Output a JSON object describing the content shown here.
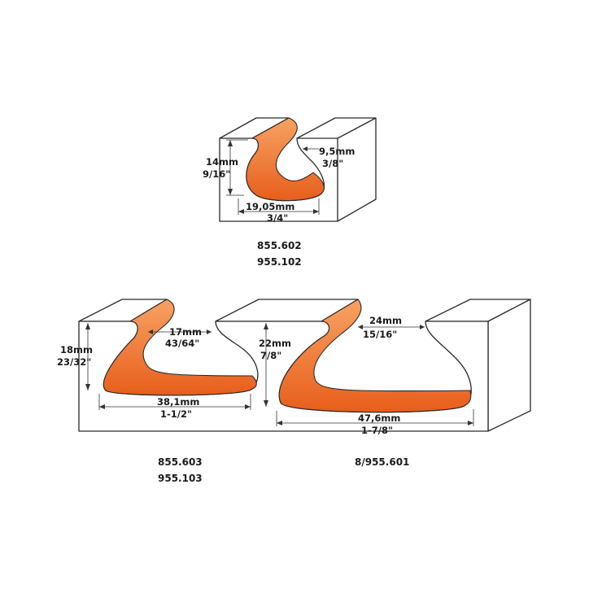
{
  "colors": {
    "groove_light": "#f7a263",
    "groove_dark": "#e85e1b",
    "outline": "#2a2a2a",
    "background": "#ffffff"
  },
  "profiles": [
    {
      "dims": [
        {
          "metric": "14mm",
          "imperial": "9/16\""
        },
        {
          "metric": "9,5mm",
          "imperial": "3/8\""
        },
        {
          "metric": "19,05mm",
          "imperial": "3/4\""
        }
      ],
      "codes": [
        "855.602",
        "955.102"
      ]
    },
    {
      "dims": [
        {
          "metric": "18mm",
          "imperial": "23/32\""
        },
        {
          "metric": "17mm",
          "imperial": "43/64\""
        },
        {
          "metric": "38,1mm",
          "imperial": "1-1/2\""
        }
      ],
      "codes": [
        "855.603",
        "955.103"
      ]
    },
    {
      "dims": [
        {
          "metric": "22mm",
          "imperial": "7/8\""
        },
        {
          "metric": "24mm",
          "imperial": "15/16\""
        },
        {
          "metric": "47,6mm",
          "imperial": "1-7/8\""
        }
      ],
      "codes": [
        "8/955.601"
      ]
    }
  ]
}
